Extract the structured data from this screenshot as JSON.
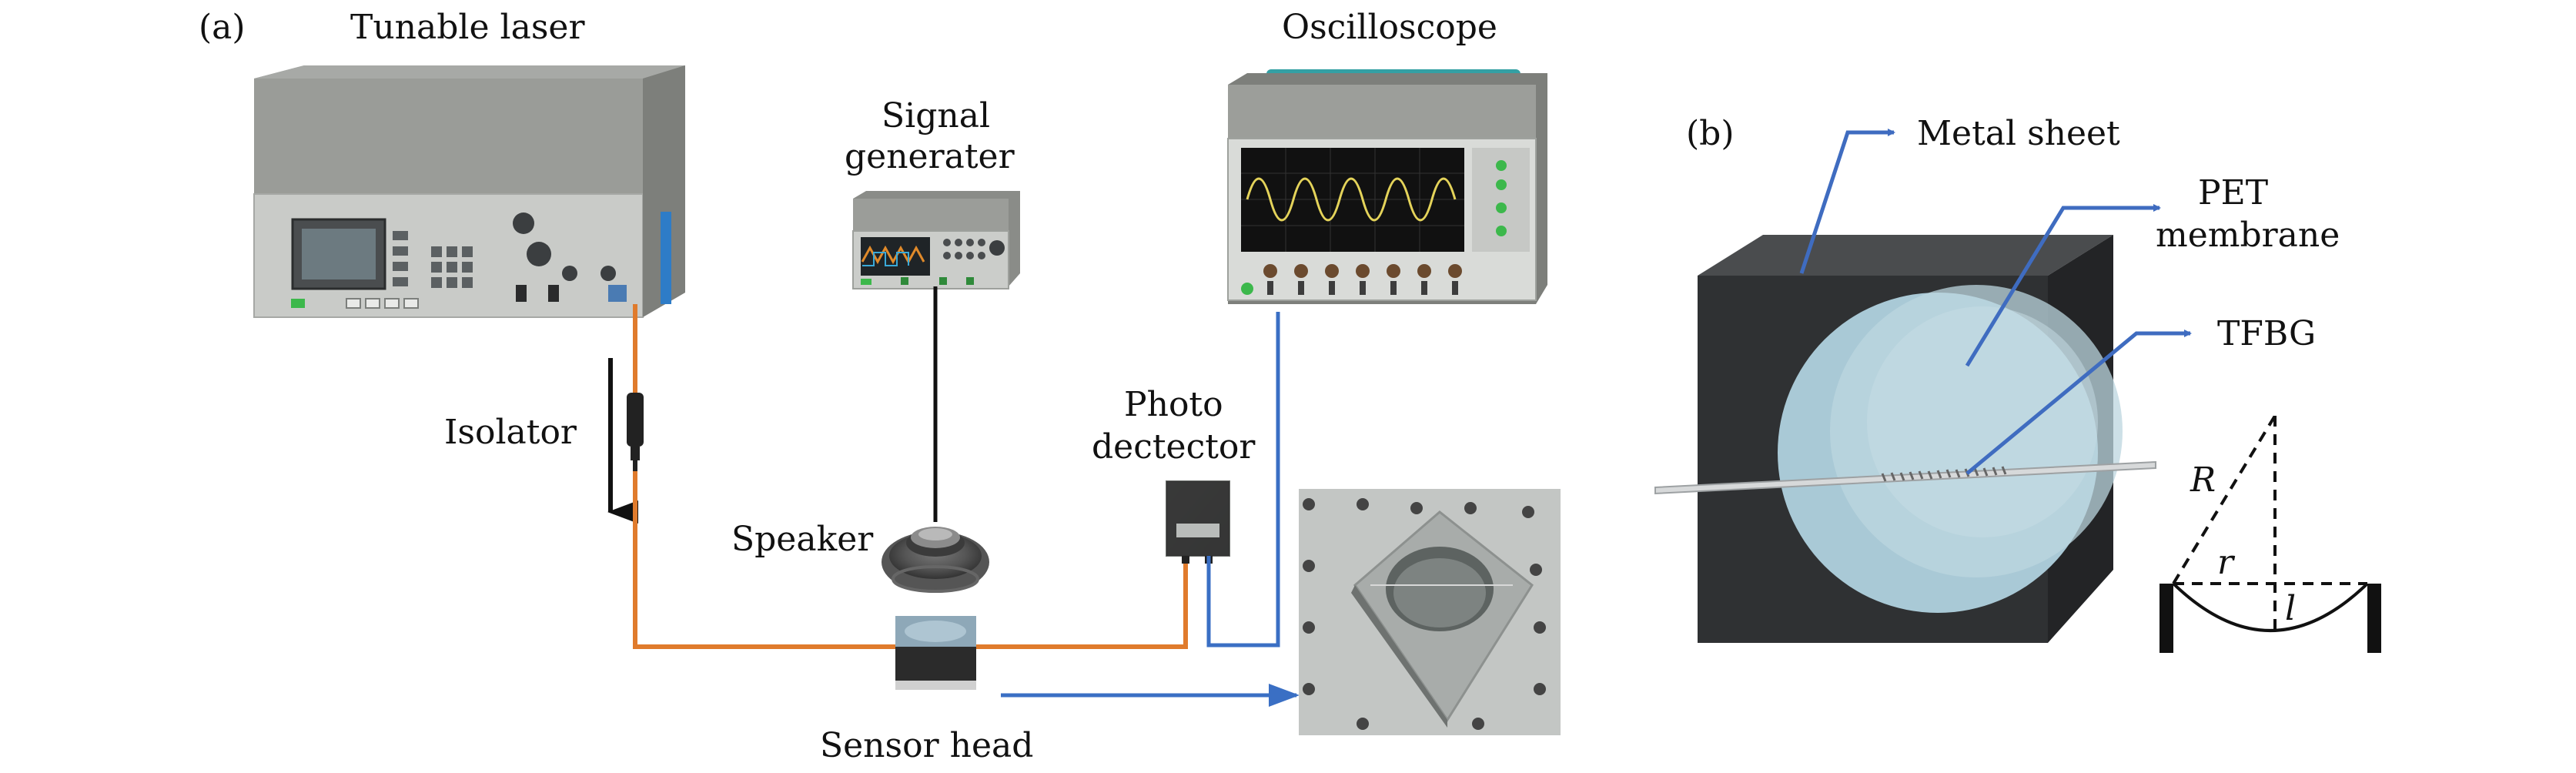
{
  "panels": {
    "a": {
      "tag": "(a)",
      "labels": {
        "tunable_laser": "Tunable laser",
        "signal_line1": "Signal",
        "signal_line2": "generater",
        "oscilloscope": "Oscilloscope",
        "isolator": "Isolator",
        "photo_line1": "Photo",
        "photo_line2": "dectector",
        "speaker": "Speaker",
        "sensor_head": "Sensor head"
      }
    },
    "b": {
      "tag": "(b)",
      "labels": {
        "metal_sheet": "Metal sheet",
        "pet_line1": "PET",
        "pet_line2": "membrane",
        "tfbg": "TFBG",
        "R": "R",
        "r": "r",
        "l": "l"
      }
    }
  },
  "colors": {
    "fiber_orange": "#e07b2c",
    "signal_blue": "#3a6fc4",
    "pointer_blue": "#3f6cc0",
    "metal_dark": "#2f3133",
    "pet_blue": "#a9c9d6",
    "device_gray": "#c9cbc8"
  }
}
